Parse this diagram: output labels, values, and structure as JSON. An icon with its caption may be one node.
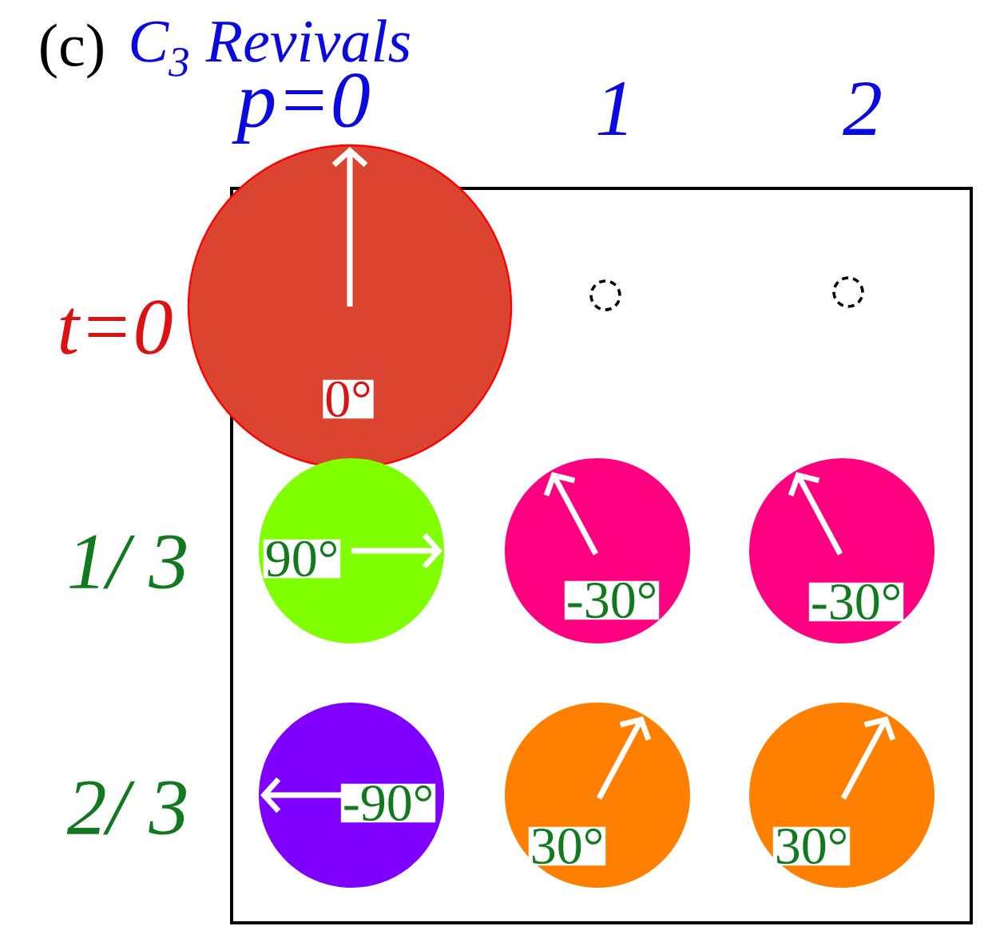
{
  "diagram": {
    "title": "C$_{3}$ Revivals",
    "nodes": [
      {
        "text": [
          "0°"
        ]
      },
      {
        "text": [],
        "shape": "circle"
      },
      {
        "text": [],
        "shape": "circle"
      },
      {
        "text": [
          "90°"
        ]
      },
      {
        "text": [
          "-30°"
        ]
      },
      {
        "text": [
          "-30°"
        ]
      },
      {
        "text": [
          "-90°"
        ]
      },
      {
        "text": [
          "30°"
        ]
      },
      {
        "text": [
          "30°"
        ]
      }
    ],
    "labels": [
      "(c)",
      "p=0",
      "1",
      "2",
      "t=0",
      "1/ 3",
      "2/ 3"
    ]
  }
}
